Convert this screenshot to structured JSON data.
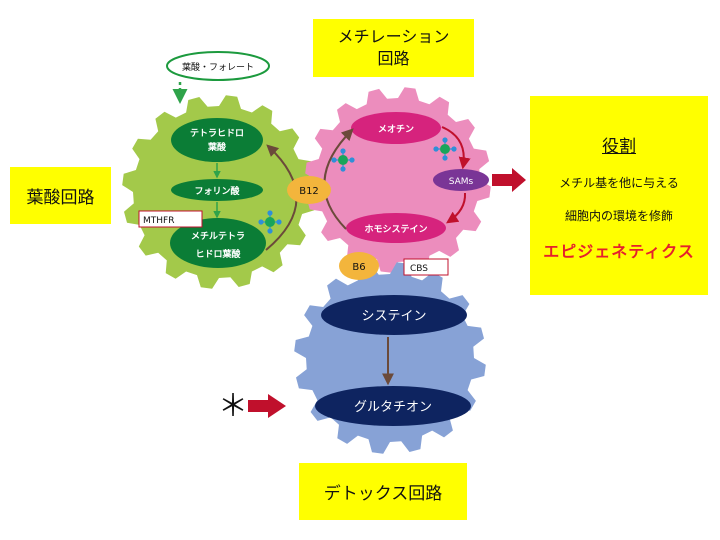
{
  "folate_input": {
    "label": "葉酸・フォレート"
  },
  "folate_cycle": {
    "title": "葉酸回路",
    "items": {
      "thf_line1": "テトラヒドロ",
      "thf_line2": "葉酸",
      "folinic": "フォリン酸",
      "mthf_line1": "メチルテトラ",
      "mthf_line2": "ヒドロ葉酸"
    },
    "enzyme": "MTHFR"
  },
  "methylation_cycle": {
    "title_line1": "メチレーション",
    "title_line2": "回路",
    "items": {
      "methionine": "メオチン",
      "sams": "SAMs",
      "homocysteine": "ホモシステイン"
    },
    "cofactor": "B12"
  },
  "detox_cycle": {
    "title": "デトックス回路",
    "items": {
      "cysteine": "システイン",
      "glutathione": "グルタチオン"
    },
    "cofactor": "B6",
    "enzyme": "CBS",
    "asterisk": "＊"
  },
  "role_box": {
    "title": "役割",
    "line1": "メチル基を他に与える",
    "line2": "細胞内の環境を修飾",
    "highlight": "エピジェネティクス"
  },
  "colors": {
    "folate_gear": "#a3c94a",
    "methylation_gear": "#ec8dbd",
    "detox_gear": "#87a2d6",
    "folate_node": "#0b7d36",
    "methylation_node": "#d6237d",
    "detox_node": "#0e2460",
    "sams_node": "#7a3596",
    "cofactor": "#f3b53c",
    "label_box": "#ffff00",
    "red_arrow": "#c0102c",
    "highlight_text": "#e5202c"
  },
  "icons": [
    "methyl-group-icon",
    "red-arrow-icon",
    "dashed-arrow-icon"
  ]
}
